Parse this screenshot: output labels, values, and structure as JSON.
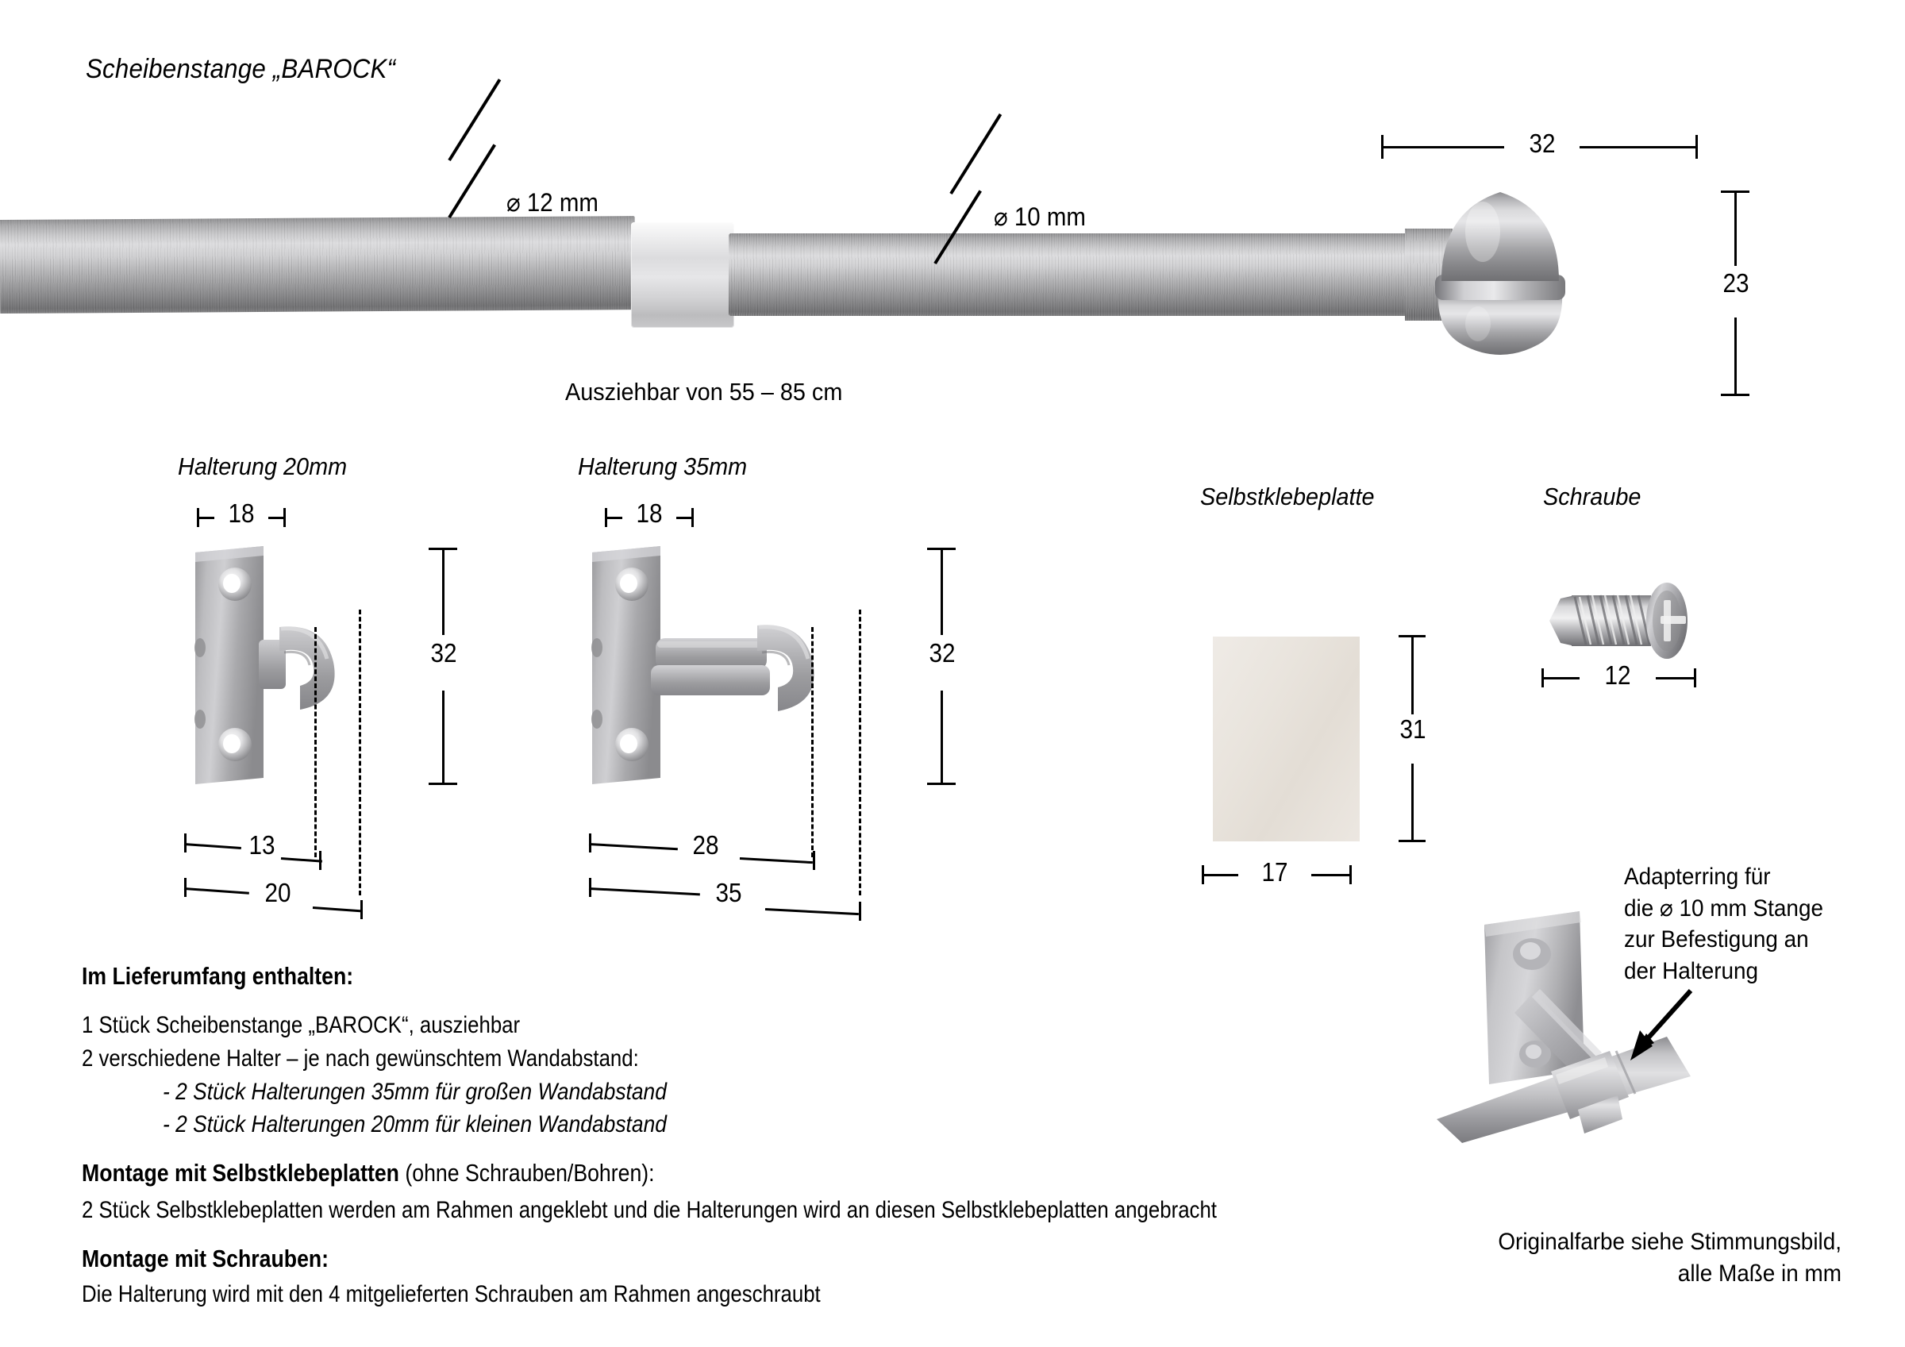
{
  "title": "Scheibenstange „BAROCK“",
  "rod": {
    "dia_thick_label": "⌀ 12 mm",
    "dia_thin_label": "⌀ 10 mm",
    "extendable_caption": "Ausziehbar von 55 – 85 cm",
    "finial_width": "32",
    "finial_height": "23"
  },
  "brackets": [
    {
      "heading": "Halterung 20mm",
      "width_top": "18",
      "height_right": "32",
      "depth_inner": "13",
      "depth_outer": "20"
    },
    {
      "heading": "Halterung 35mm",
      "width_top": "18",
      "height_right": "32",
      "depth_inner": "28",
      "depth_outer": "35"
    }
  ],
  "adhesive_plate": {
    "heading": "Selbstklebeplatte",
    "height": "31",
    "width": "17"
  },
  "screw": {
    "heading": "Schraube",
    "length": "12"
  },
  "adapter_note": {
    "lines": [
      "Adapterring für",
      "die ⌀ 10 mm Stange",
      "zur Befestigung an",
      "der Halterung"
    ]
  },
  "delivery": {
    "heading": "Im Lieferumfang enthalten:",
    "lines": [
      "1 Stück   Scheibenstange „BAROCK“, ausziehbar",
      "2 verschiedene Halter – je nach gewünschtem Wandabstand:"
    ],
    "sub_lines": [
      "- 2 Stück  Halterungen 35mm für großen Wandabstand",
      "- 2 Stück  Halterungen 20mm für kleinen Wandabstand"
    ]
  },
  "mounting_adhesive": {
    "heading_bold": "Montage mit Selbstklebeplatten",
    "heading_rest": " (ohne Schrauben/Bohren):",
    "text": "2 Stück Selbstklebeplatten werden am Rahmen angeklebt und die Halterungen wird an diesen Selbstklebeplatten angebracht"
  },
  "mounting_screws": {
    "heading": "Montage mit Schrauben:",
    "text": "Die Halterung wird mit den 4 mitgelieferten Schrauben am Rahmen angeschraubt"
  },
  "footer": {
    "line1": "Originalfarbe siehe Stimmungsbild,",
    "line2": "alle Maße in mm"
  },
  "colors": {
    "ink": "#000000",
    "metal_light": "#dddddf",
    "metal_mid": "#b4b4b6",
    "metal_dark": "#6e6e70",
    "adhesive": "#e9e4dd",
    "background": "#ffffff"
  }
}
